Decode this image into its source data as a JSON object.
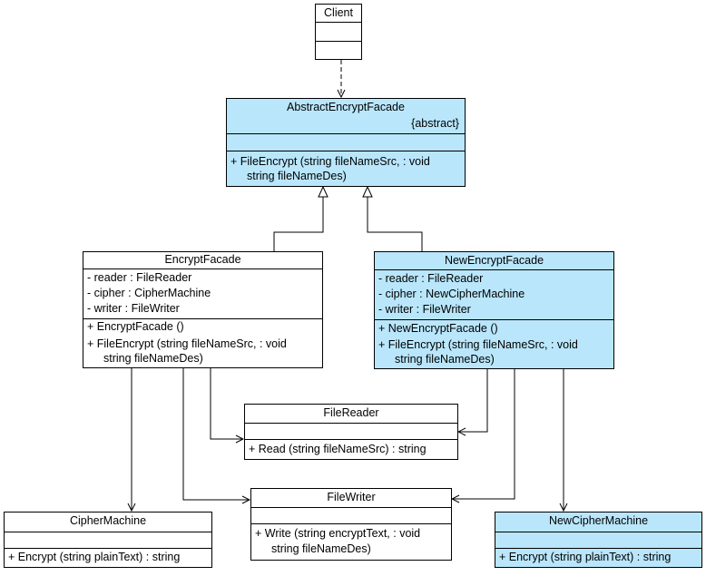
{
  "client": {
    "name": "Client"
  },
  "abstract_facade": {
    "name": "AbstractEncryptFacade",
    "stereotype": "{abstract}",
    "op1_line1": "+  FileEncrypt (string fileNameSrc,  : void",
    "op1_line2": "string fileNameDes)"
  },
  "encrypt_facade": {
    "name": "EncryptFacade",
    "attr1": "-  reader  : FileReader",
    "attr2": "-  cipher   : CipherMachine",
    "attr3": "-  writer    : FileWriter",
    "op1": "+  EncryptFacade ()",
    "op2_line1": "+  FileEncrypt (string fileNameSrc,  : void",
    "op2_line2": "string fileNameDes)"
  },
  "new_encrypt_facade": {
    "name": "NewEncryptFacade",
    "attr1": "-  reader  : FileReader",
    "attr2": "-  cipher   : NewCipherMachine",
    "attr3": "-  writer    : FileWriter",
    "op1": "+  NewEncryptFacade ()",
    "op2_line1": "+  FileEncrypt (string fileNameSrc,  : void",
    "op2_line2": "string fileNameDes)"
  },
  "file_reader": {
    "name": "FileReader",
    "op1": "+  Read (string fileNameSrc)  : string"
  },
  "file_writer": {
    "name": "FileWriter",
    "op1_line1": "+  Write (string encryptText,  : void",
    "op1_line2": "string fileNameDes)"
  },
  "cipher_machine": {
    "name": "CipherMachine",
    "op1": "+  Encrypt (string plainText)  : string"
  },
  "new_cipher_machine": {
    "name": "NewCipherMachine",
    "op1": "+  Encrypt (string plainText)  : string"
  },
  "colors": {
    "highlight_fill": "#b9e6fb",
    "plain_fill": "#ffffff",
    "line": "#000000"
  }
}
